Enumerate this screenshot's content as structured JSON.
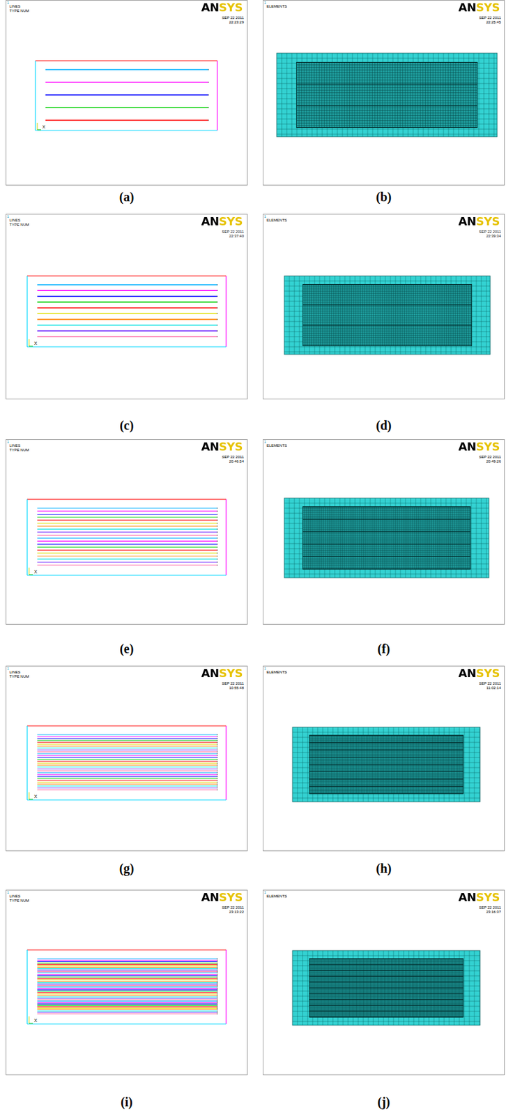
{
  "diagram": {
    "labels": [
      "1",
      "LINES",
      "TYPE NUM",
      "ANSYS",
      "SEP 22 2011",
      "22:23:29",
      "X",
      "(a)",
      "1",
      "ELEMENTS",
      "ANSYS",
      "SEP 22 2011",
      "22:25:45",
      "(b)",
      "1",
      "LINES",
      "TYPE NUM",
      "ANSYS",
      "SEP 22 2011",
      "22:37:40",
      "X",
      "(c)",
      "1",
      "ELEMENTS",
      "ANSYS",
      "SEP 22 2011",
      "22:39:34",
      "(d)",
      "1",
      "LINES",
      "TYPE NUM",
      "ANSYS",
      "SEP 22 2011",
      "20:46:54",
      "X",
      "(e)",
      "1",
      "ELEMENTS",
      "ANSYS",
      "SEP 22 2011",
      "20:49:26",
      "(f)",
      "1",
      "LINES",
      "TYPE NUM",
      "ANSYS",
      "SEP 22 2011",
      "10:55:48",
      "X",
      "(g)",
      "1",
      "ELEMENTS",
      "ANSYS",
      "SEP 22 2011",
      "11:02:14",
      "(h)",
      "1",
      "LINES",
      "TYPE NUM",
      "ANSYS",
      "SEP 22 2011",
      "23:13:22",
      "X",
      "(i)",
      "1",
      "ELEMENTS",
      "ANSYS",
      "SEP 22 2011",
      "23:16:37",
      "(j)"
    ]
  }
}
